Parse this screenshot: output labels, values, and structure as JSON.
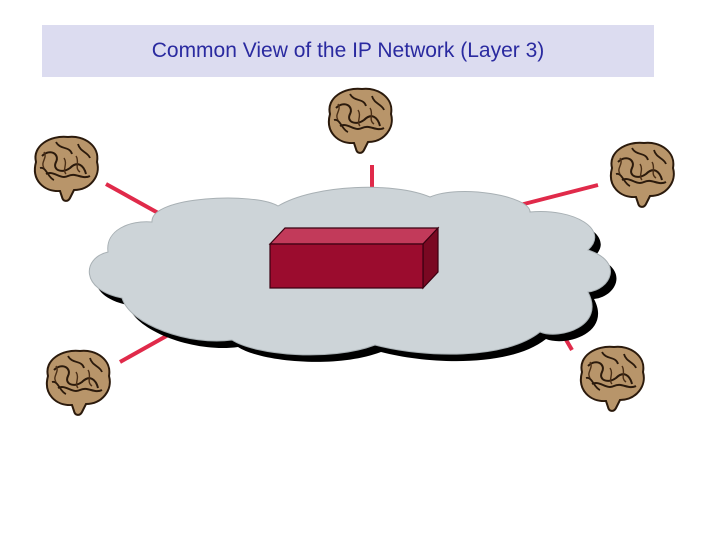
{
  "slide": {
    "title": "Common View of the IP Network (Layer 3)"
  },
  "diagram": {
    "network": {
      "shape": "cloud",
      "fill": "#cdd4d8",
      "outline": "#000000"
    },
    "router": {
      "shape": "box-3d",
      "front": "#9b0c2e",
      "top": "#c23a5a",
      "side": "#7a0822"
    },
    "hosts": {
      "icon": "brain-icon",
      "count": 5,
      "fill": "#b8956a",
      "stroke": "#2b1a0c"
    },
    "link_color": "#e02a4a"
  }
}
